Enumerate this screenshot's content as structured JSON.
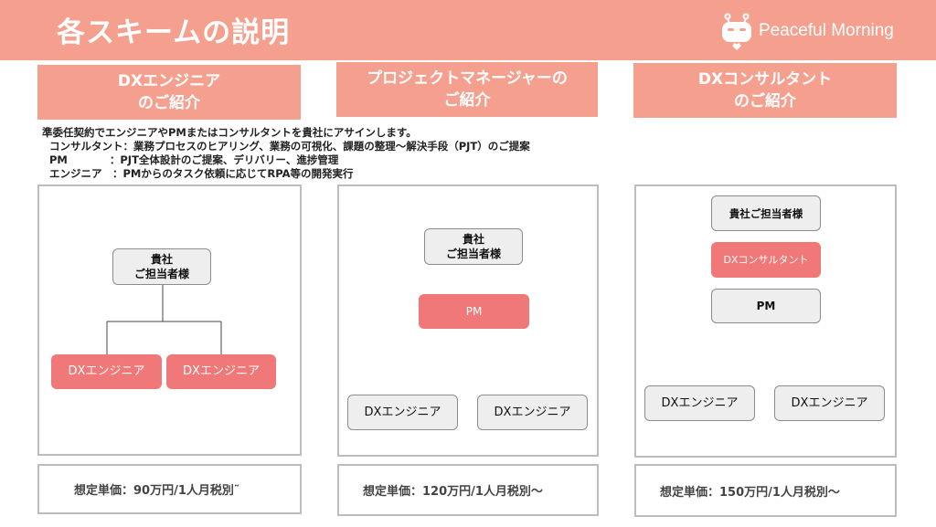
{
  "header": {
    "title": "各スキームの説明",
    "brand": "Peaceful Morning"
  },
  "columns": [
    {
      "head_line1": "DXエンジニア",
      "head_line2": "のご紹介",
      "price": "想定単価：90万円/1人月税別˜"
    },
    {
      "head_line1": "プロジェクトマネージャーの",
      "head_line2": "ご紹介",
      "price": "想定単価：120万円/1人月税別～"
    },
    {
      "head_line1": "DXコンサルタント",
      "head_line2": "のご紹介",
      "price": "想定単価：150万円/1人月税別～"
    }
  ],
  "description": {
    "line1": "準委任契約でエンジニアやPMまたはコンサルタントを貴社にアサインします。",
    "line2": "  コンサルタント：業務プロセスのヒアリング、業務の可視化、課題の整理～解決手段（PJT）のご提案",
    "line3": "  PM　　　　：PJT全体設計のご提案、デリバリー、進捗管理",
    "line4": "  エンジニア　：PMからのタスク依頼に応じてRPA等の開発実行"
  },
  "diagram1": {
    "client_line1": "貴社",
    "client_line2": "ご担当者様",
    "eng_a": "DXエンジニア",
    "eng_b": "DXエンジニア"
  },
  "diagram2": {
    "client_line1": "貴社",
    "client_line2": "ご担当者様",
    "pm": "PM",
    "eng_a": "DXエンジニア",
    "eng_b": "DXエンジニア"
  },
  "diagram3": {
    "client": "貴社ご担当者様",
    "consultant": "DXコンサルタント",
    "pm": "PM",
    "eng_a": "DXエンジニア",
    "eng_b": "DXエンジニア"
  },
  "colors": {
    "accent": "#f5a08e",
    "node_red": "#f07878",
    "node_gray": "#eeeeee",
    "border": "#bdbdbd"
  }
}
